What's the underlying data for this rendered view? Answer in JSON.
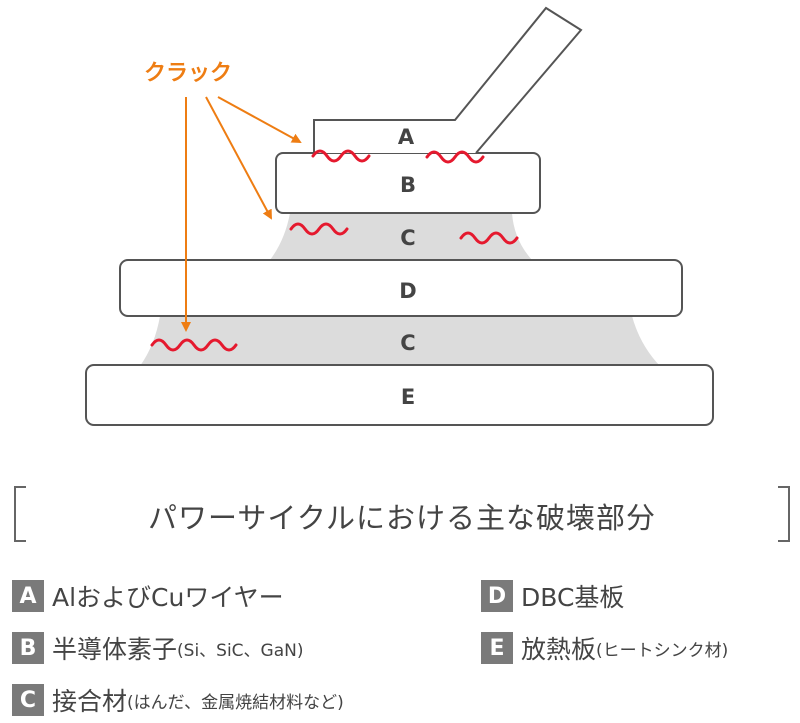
{
  "diagram": {
    "crack_label": "クラック",
    "layers": {
      "A": "A",
      "B": "B",
      "C_upper": "C",
      "D": "D",
      "C_lower": "C",
      "E": "E"
    },
    "colors": {
      "arrow": "#ee7d13",
      "crack": "#e5192e",
      "solder": "#dcdcdc",
      "outline": "#555555"
    }
  },
  "caption": {
    "title": "パワーサイクルにおける主な破壊部分"
  },
  "legend": {
    "items": [
      {
        "key": "A",
        "main": "AlおよびCuワイヤー",
        "note": ""
      },
      {
        "key": "D",
        "main": "DBC基板",
        "note": ""
      },
      {
        "key": "B",
        "main": "半導体素子",
        "note": "(Si、SiC、GaN)"
      },
      {
        "key": "E",
        "main": "放熱板",
        "note": "(ヒートシンク材)"
      },
      {
        "key": "C",
        "main": "接合材",
        "note": "(はんだ、金属焼結材料など)"
      }
    ]
  }
}
